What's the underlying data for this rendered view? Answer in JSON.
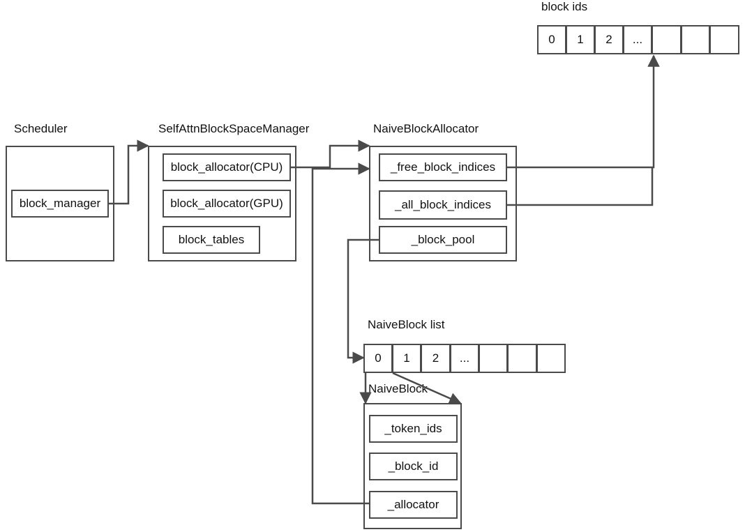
{
  "scheduler": {
    "title": "Scheduler",
    "field": "block_manager"
  },
  "manager": {
    "title": "SelfAttnBlockSpaceManager",
    "fields": [
      "block_allocator(CPU)",
      "block_allocator(GPU)",
      "block_tables"
    ]
  },
  "allocator": {
    "title": "NaiveBlockAllocator",
    "fields": [
      "_free_block_indices",
      "_all_block_indices",
      "_block_pool"
    ]
  },
  "block_ids": {
    "title": "block ids",
    "cells": [
      "0",
      "1",
      "2",
      "...",
      "",
      "",
      ""
    ]
  },
  "block_list": {
    "title": "NaiveBlock list",
    "cells": [
      "0",
      "1",
      "2",
      "...",
      "",
      "",
      ""
    ]
  },
  "naive_block": {
    "title": "NaiveBlock",
    "fields": [
      "_token_ids",
      "_block_id",
      "_allocator"
    ]
  },
  "colors": {
    "line": "#4a4a4a"
  }
}
